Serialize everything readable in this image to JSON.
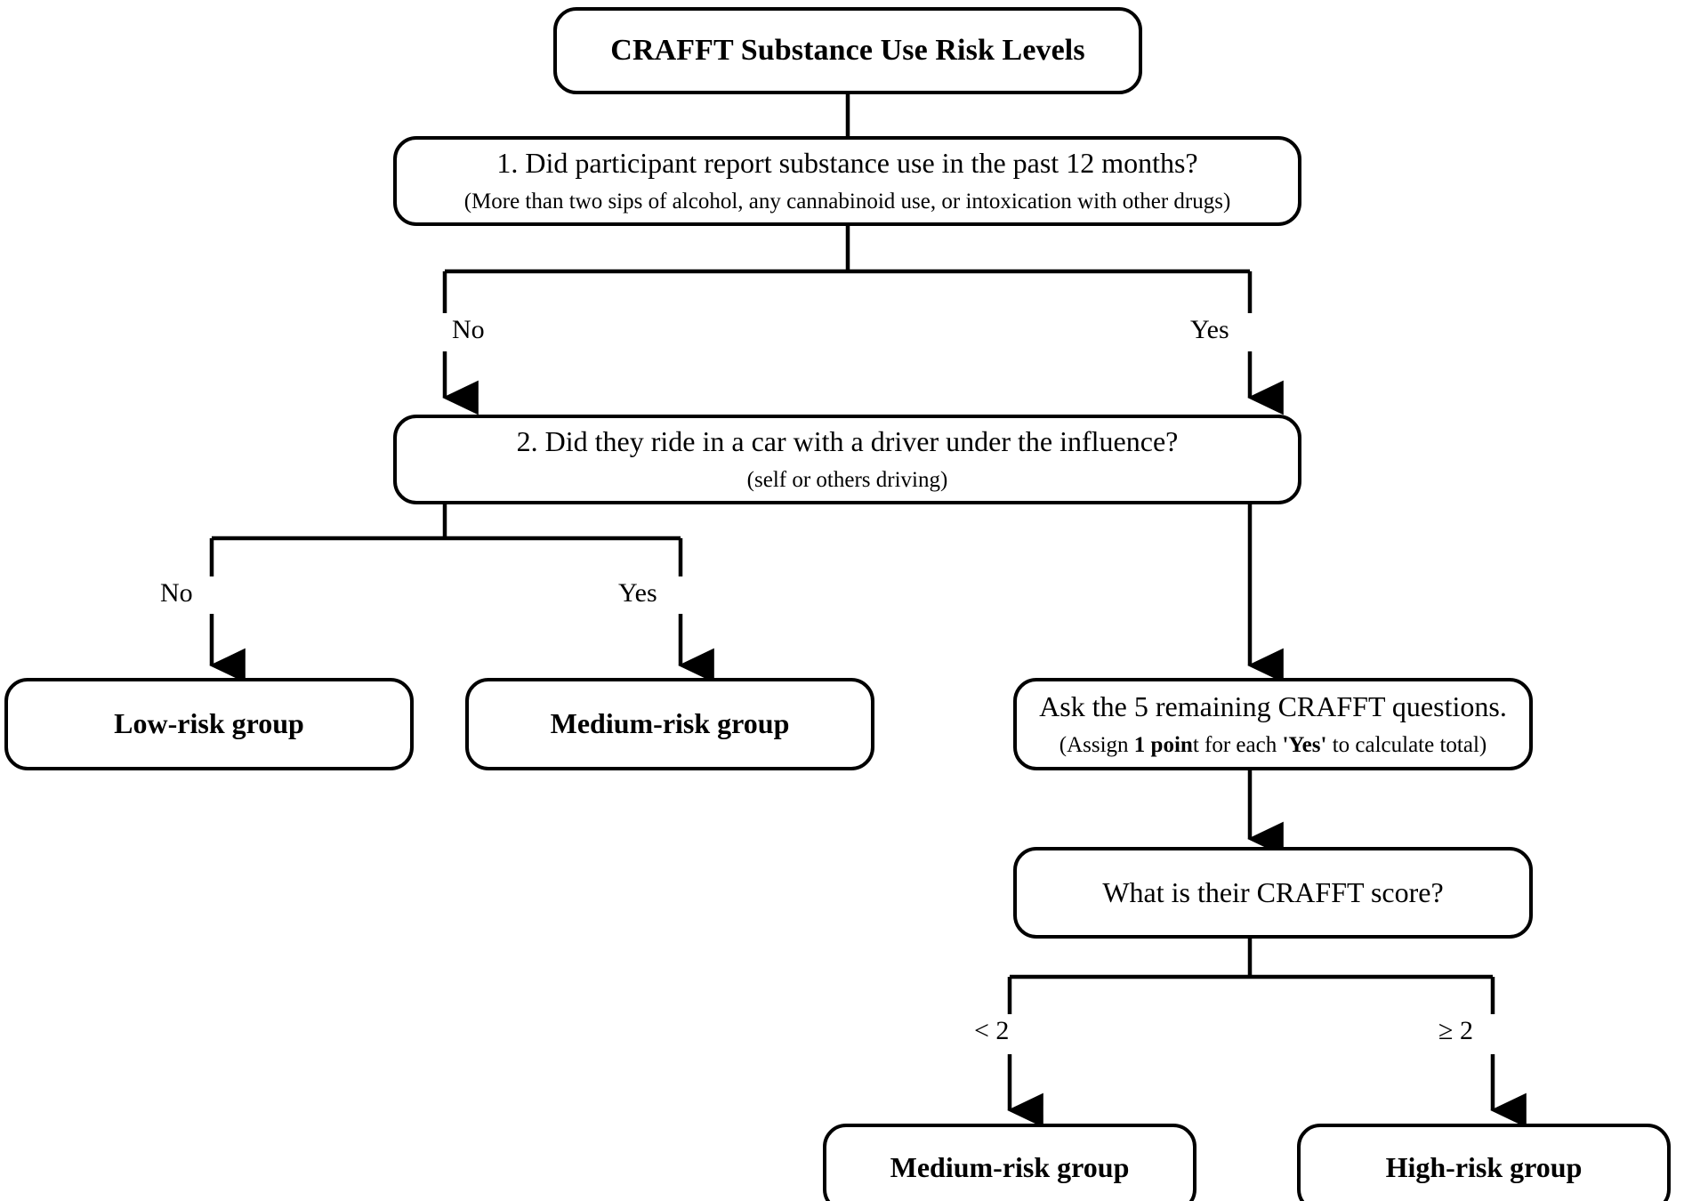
{
  "diagram": {
    "type": "flowchart",
    "title": "CRAFFT Substance Use Risk Levels",
    "nodes": {
      "title": {
        "label": "CRAFFT Substance Use Risk Levels"
      },
      "q1": {
        "main": "1. Did participant report substance use in the past 12 months?",
        "sub": "(More than two sips of alcohol, any cannabinoid use, or intoxication with other drugs)"
      },
      "q2": {
        "main": "2. Did they ride in a car with a driver under the influence?",
        "sub": "(self or others driving)"
      },
      "low_risk": {
        "label": "Low-risk group"
      },
      "medium_risk_a": {
        "label": "Medium-risk group"
      },
      "ask5": {
        "main": "Ask the 5 remaining CRAFFT questions.",
        "sub_part1": "(Assign ",
        "sub_bold1": "1 poin",
        "sub_part2": "t for each ",
        "sub_bold2": "'Yes'",
        "sub_part3": " to calculate total)"
      },
      "score": {
        "main": "What is their CRAFFT score?"
      },
      "medium_risk_b": {
        "label": "Medium-risk group"
      },
      "high_risk": {
        "label": "High-risk group"
      }
    },
    "edge_labels": {
      "q1_no": "No",
      "q1_yes": "Yes",
      "q2_no": "No",
      "q2_yes": "Yes",
      "score_lt2": "< 2",
      "score_gte2": "≥ 2"
    },
    "colors": {
      "stroke": "#000000",
      "fill": "#ffffff",
      "text": "#000000"
    }
  }
}
